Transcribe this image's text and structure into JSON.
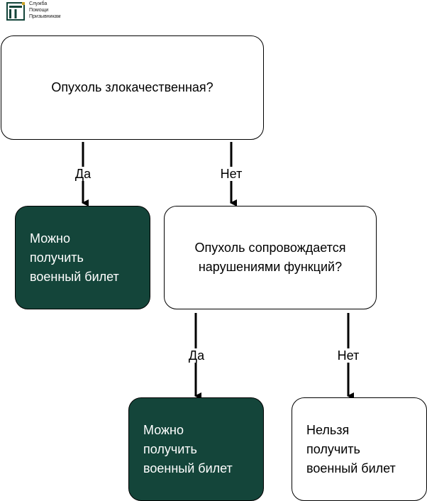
{
  "logo": {
    "lines": [
      "Служба",
      "Помощи",
      "Призывникам"
    ],
    "color": "#14453a"
  },
  "nodes": {
    "q1": "Опухоль злокачественная?",
    "yes1": "Можно\nполучить\nвоенный билет",
    "q2": "Опухоль сопровождается\nнарушениями функций?",
    "yes2": "Можно\nполучить\nвоенный билет",
    "no2": "Нельзя\nполучить\nвоенный билет"
  },
  "edges": {
    "q1_yes": "Да",
    "q1_no": "Нет",
    "q2_yes": "Да",
    "q2_no": "Нет"
  },
  "colors": {
    "green": "#14453a",
    "stroke": "#000000"
  }
}
